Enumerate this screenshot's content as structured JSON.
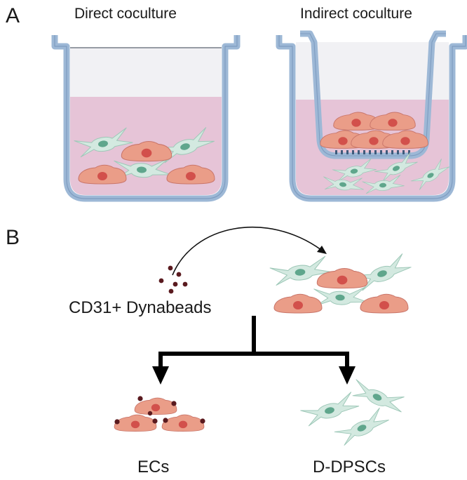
{
  "panel_a": {
    "letter": "A",
    "left_title": "Direct coculture",
    "right_title": "Indirect coculture"
  },
  "panel_b": {
    "letter": "B",
    "beads_label": "CD31+ Dynabeads",
    "left_result": "ECs",
    "right_result": "D-DPSCs"
  },
  "colors": {
    "well_outline": "#9db8d6",
    "well_fill": "#e8eef6",
    "medium": "#e6c3d6",
    "ec_cell": "#e89a86",
    "ec_nucleus": "#d0554e",
    "dpsc_cell": "#cfe6dd",
    "dpsc_nucleus": "#5fa68c",
    "bead": "#5a1a1f"
  }
}
